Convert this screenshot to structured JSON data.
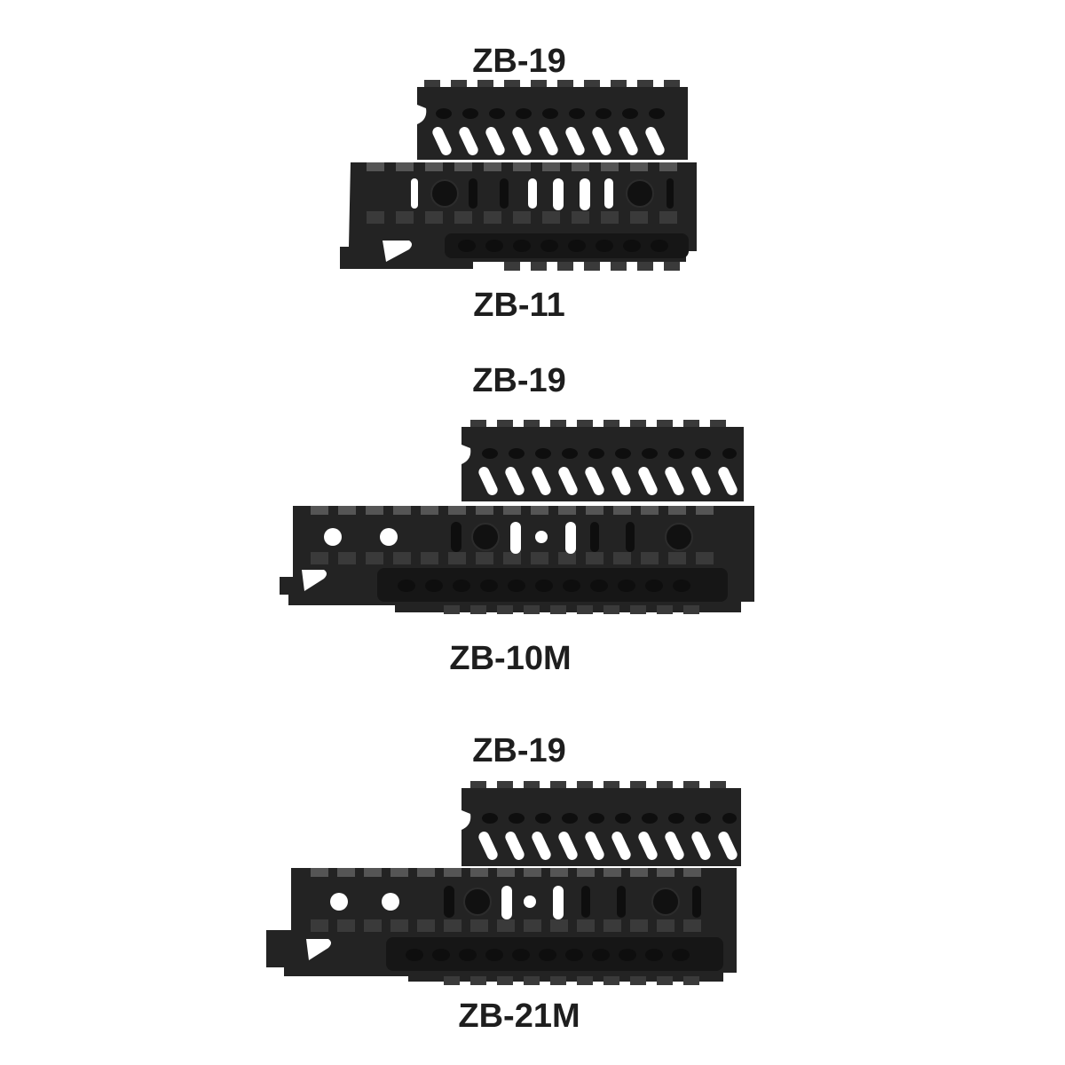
{
  "image": {
    "background": "#ffffff",
    "text_color": "#1e1e1e",
    "part_color": "#232323"
  },
  "groups": [
    {
      "upper_label": "ZB-19",
      "lower_label": "ZB-11",
      "upper_part": "upper-handguard-rail",
      "lower_part": "lower-handguard-rail"
    },
    {
      "upper_label": "ZB-19",
      "lower_label": "ZB-10M",
      "upper_part": "upper-handguard-rail",
      "lower_part": "lower-handguard-rail-long"
    },
    {
      "upper_label": "ZB-19",
      "lower_label": "ZB-21M",
      "upper_part": "upper-handguard-rail",
      "lower_part": "lower-handguard-rail-long"
    }
  ]
}
